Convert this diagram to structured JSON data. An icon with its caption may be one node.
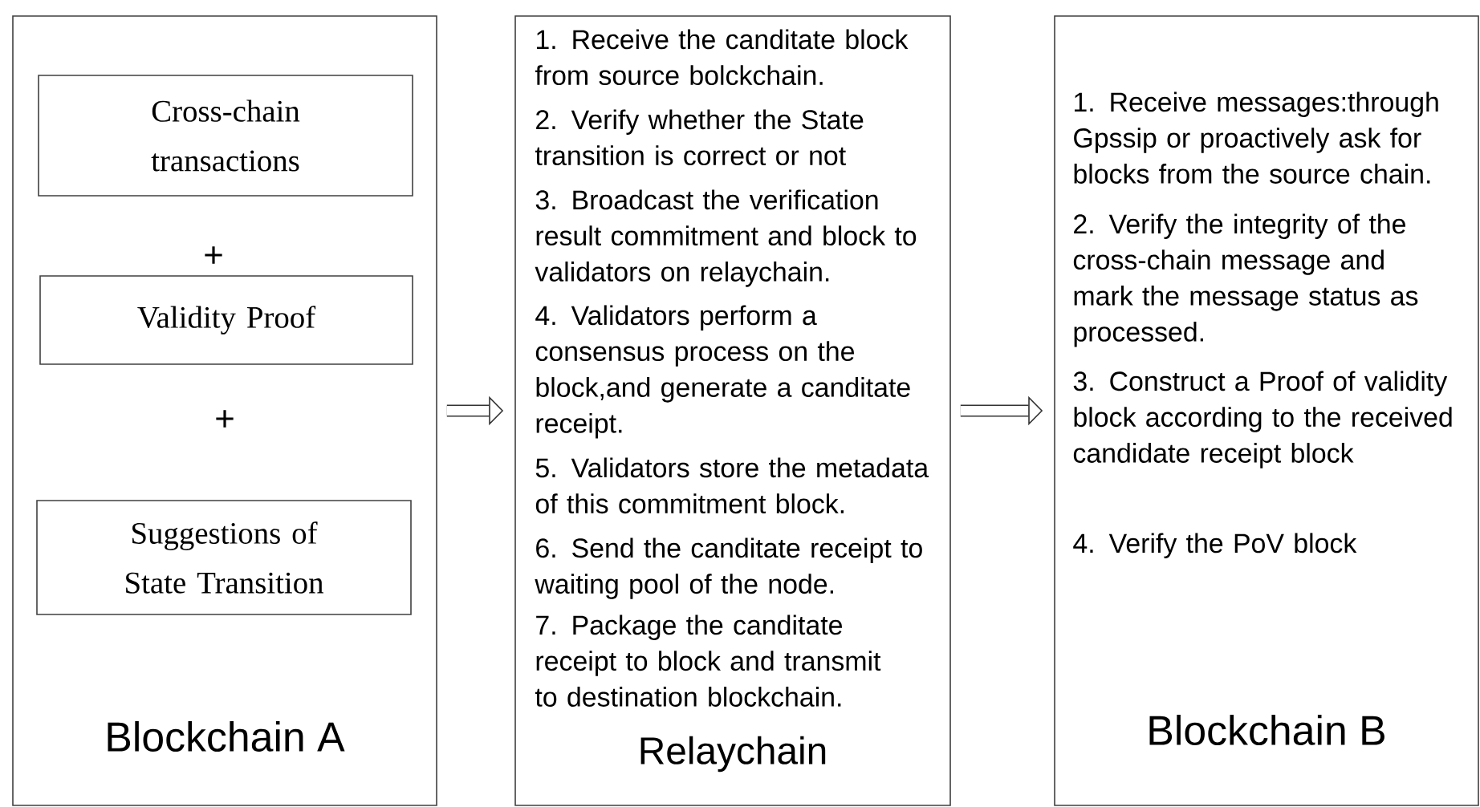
{
  "diagram": {
    "nodes": [
      {
        "text": [
          "Blockchain A"
        ]
      },
      {
        "text": [
          "Cross-chain transactions"
        ],
        "in": 0
      },
      {
        "text": [
          "Validity Proof"
        ],
        "in": 0
      },
      {
        "text": [
          "Suggestions of State Transition"
        ],
        "in": 0
      },
      {
        "text": [
          "1. Receive the canditate block from source bolckchain.",
          "2. Verify whether the State transition is correct or not",
          "3. Broadcast the verification result commitment and block to validators on relaychain.",
          "4. Validators perform a consensus process on the block,and generate a canditate receipt.",
          "5. Validators store the metadata of this  commitment block.",
          "6.  Send the canditate receipt to waiting pool of the node.",
          "7. Package the canditate receipt to block and transmit to destination blockchain.",
          "Relaychain"
        ]
      },
      {
        "text": [
          "1. Receive messages:through Gpssip or proactively ask for blocks from the source chain.",
          "2. Verify the integrity of the cross-chain message and mark the message status as processed.",
          "3. Construct a Proof of validity block according to the received candidate receipt block",
          "4. Verify the PoV block",
          "Blockchain B"
        ]
      }
    ],
    "edges": [
      {
        "from": 0,
        "to": 4,
        "arrow": "to"
      },
      {
        "from": 4,
        "to": 5,
        "arrow": "to"
      }
    ],
    "labels": [
      "+",
      "+"
    ]
  }
}
